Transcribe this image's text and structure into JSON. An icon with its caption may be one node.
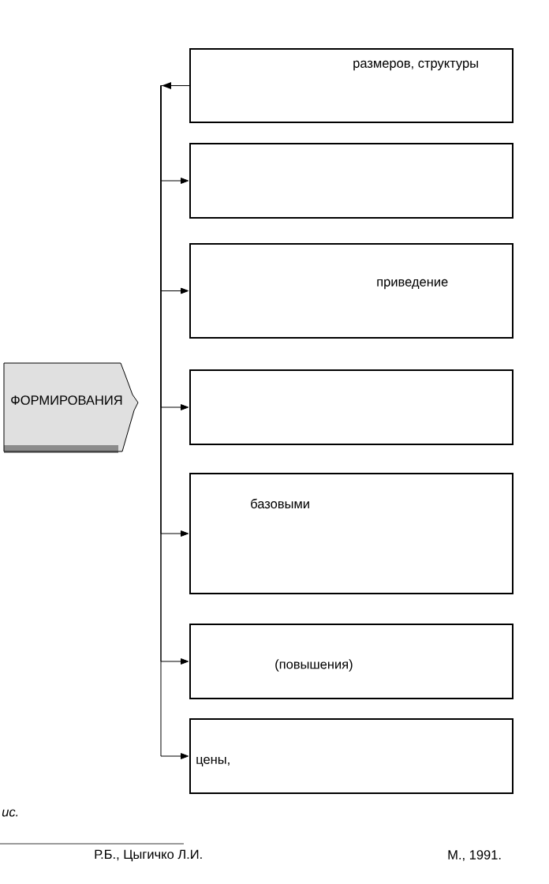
{
  "diagram": {
    "nodes": [
      {
        "text": [
          "ФОРМИРОВАНИЯ"
        ]
      },
      {
        "text": [
          "размеров, структуры"
        ]
      },
      {
        "text": [],
        "shape": "box"
      },
      {
        "text": [
          "приведение"
        ]
      },
      {
        "text": [],
        "shape": "box"
      },
      {
        "text": [
          "базовыми"
        ]
      },
      {
        "text": [
          "(повышения)"
        ]
      },
      {
        "text": [
          "цены,"
        ]
      }
    ],
    "edges": [
      {
        "from": 1,
        "to": 2,
        "arrow": "to"
      },
      {
        "from": 1,
        "to": 3,
        "arrow": "to"
      },
      {
        "from": 1,
        "to": 4,
        "arrow": "to"
      },
      {
        "from": 1,
        "to": 5,
        "arrow": "to"
      },
      {
        "from": 1,
        "to": 6,
        "arrow": "to"
      },
      {
        "from": 1,
        "to": 7,
        "arrow": "to"
      }
    ],
    "labels": [
      "ис.",
      "Р.Б., Цыгичко Л.И.",
      "М., 1991."
    ]
  }
}
